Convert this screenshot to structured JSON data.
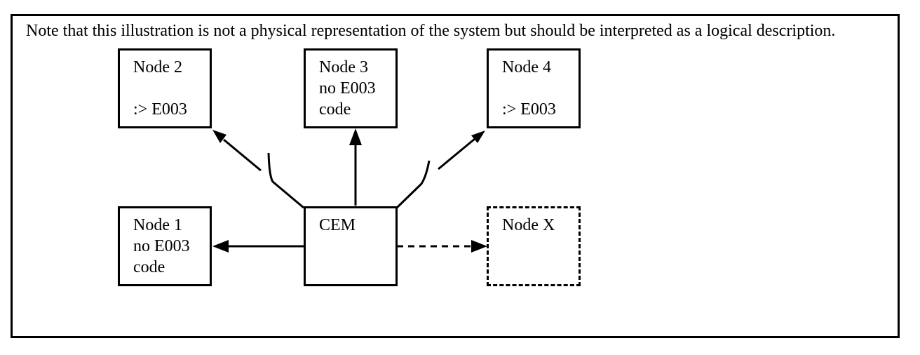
{
  "note": "Note that this illustration is not a physical representation of the system but should be interpreted as a logical description.",
  "colors": {
    "line": "#000000",
    "background": "#ffffff"
  },
  "boxes": {
    "node2": {
      "title": "Node 2",
      "value": ":> E003"
    },
    "node3": {
      "title": "Node 3",
      "line2": "no E003",
      "line3": "code"
    },
    "node4": {
      "title": "Node 4",
      "value": ":> E003"
    },
    "node1": {
      "title": "Node 1",
      "line2": "no E003",
      "line3": "code"
    },
    "cem": {
      "title": "CEM"
    },
    "nodex": {
      "title": "Node X"
    }
  },
  "edges": [
    {
      "from": "CEM",
      "to": "Node 2",
      "style": "solid",
      "arrowhead": true,
      "broken": true
    },
    {
      "from": "CEM",
      "to": "Node 3",
      "style": "solid",
      "arrowhead": true,
      "broken": false
    },
    {
      "from": "CEM",
      "to": "Node 4",
      "style": "solid",
      "arrowhead": true,
      "broken": true
    },
    {
      "from": "CEM",
      "to": "Node 1",
      "style": "solid",
      "arrowhead": true,
      "broken": false
    },
    {
      "from": "CEM",
      "to": "Node X",
      "style": "dashed",
      "arrowhead": true,
      "broken": false
    }
  ]
}
